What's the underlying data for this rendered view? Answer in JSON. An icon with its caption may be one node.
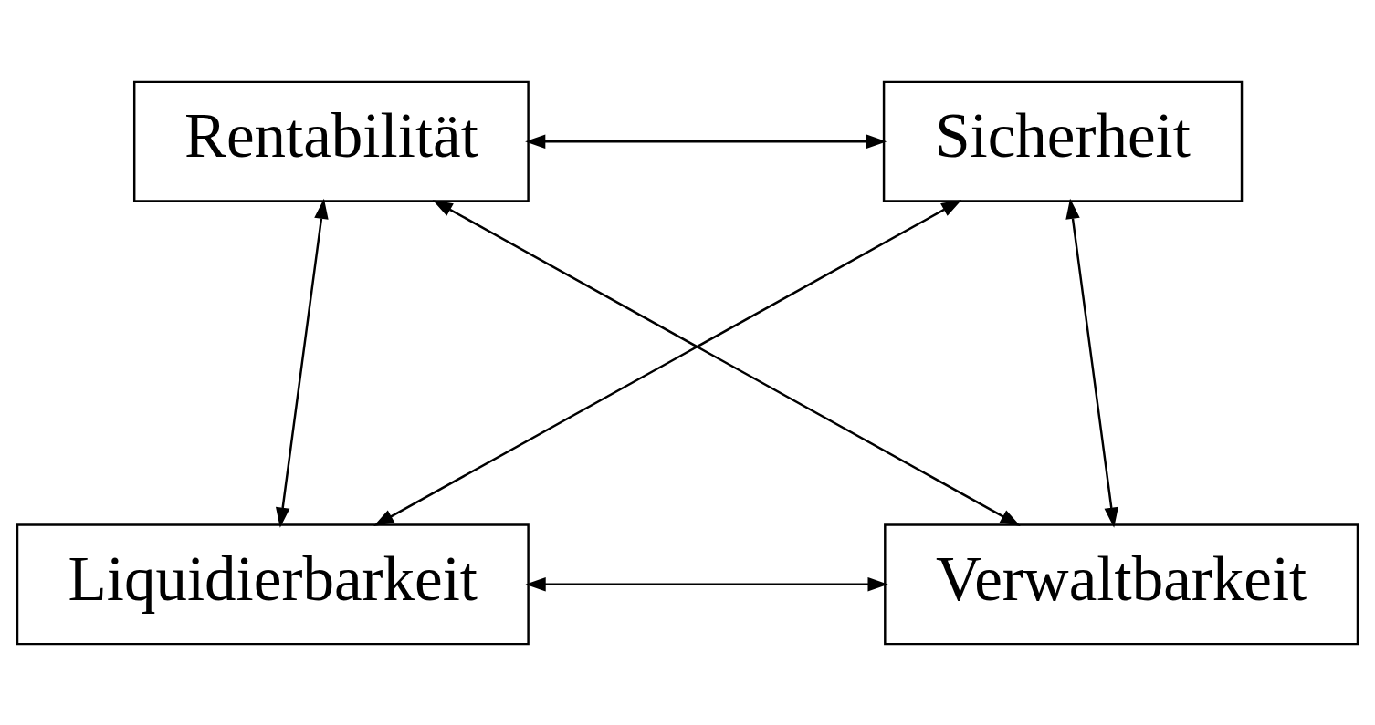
{
  "diagram": {
    "nodes": [
      {
        "text": [
          "Rentabilität"
        ]
      },
      {
        "text": [
          "Sicherheit"
        ]
      },
      {
        "text": [
          "Liquidierbarkeit"
        ]
      },
      {
        "text": [
          "Verwaltbarkeit"
        ]
      }
    ],
    "edges": [
      {
        "from": 0,
        "to": 1,
        "arrow": "both"
      },
      {
        "from": 0,
        "to": 2,
        "arrow": "both"
      },
      {
        "from": 0,
        "to": 3,
        "arrow": "both"
      },
      {
        "from": 1,
        "to": 2,
        "arrow": "both"
      },
      {
        "from": 1,
        "to": 3,
        "arrow": "both"
      },
      {
        "from": 2,
        "to": 3,
        "arrow": "both"
      }
    ]
  }
}
